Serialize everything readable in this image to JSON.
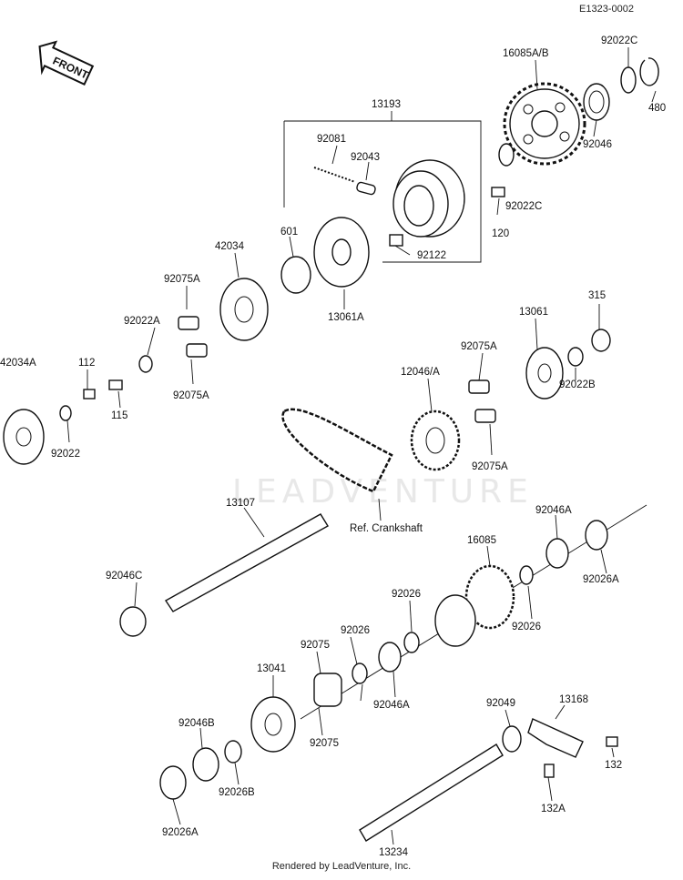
{
  "diagram_code": "E1323-0002",
  "front_arrow_label": "FRONT",
  "watermark": "LEADVENTURE",
  "footer": "Rendered by LeadVenture, Inc.",
  "reference_note": "Ref. Crankshaft",
  "callouts": [
    {
      "id": "c1",
      "text": "13193"
    },
    {
      "id": "c2",
      "text": "16085A/B"
    },
    {
      "id": "c3",
      "text": "92022C"
    },
    {
      "id": "c4",
      "text": "480"
    },
    {
      "id": "c5",
      "text": "92046"
    },
    {
      "id": "c6",
      "text": "92081"
    },
    {
      "id": "c7",
      "text": "92043"
    },
    {
      "id": "c8",
      "text": "92022C"
    },
    {
      "id": "c9",
      "text": "120"
    },
    {
      "id": "c10",
      "text": "92122"
    },
    {
      "id": "c11",
      "text": "42034"
    },
    {
      "id": "c12",
      "text": "601"
    },
    {
      "id": "c13",
      "text": "13061A"
    },
    {
      "id": "c14",
      "text": "92075A"
    },
    {
      "id": "c15",
      "text": "92022A"
    },
    {
      "id": "c16",
      "text": "92075A"
    },
    {
      "id": "c17",
      "text": "42034A"
    },
    {
      "id": "c18",
      "text": "112"
    },
    {
      "id": "c19",
      "text": "115"
    },
    {
      "id": "c20",
      "text": "92022"
    },
    {
      "id": "c21",
      "text": "315"
    },
    {
      "id": "c22",
      "text": "13061"
    },
    {
      "id": "c23",
      "text": "92075A"
    },
    {
      "id": "c24",
      "text": "12046/A"
    },
    {
      "id": "c25",
      "text": "92022B"
    },
    {
      "id": "c26",
      "text": "92075A"
    },
    {
      "id": "c27",
      "text": "13107"
    },
    {
      "id": "c28",
      "text": "92046A"
    },
    {
      "id": "c29",
      "text": "16085"
    },
    {
      "id": "c30",
      "text": "92046C"
    },
    {
      "id": "c31",
      "text": "92026"
    },
    {
      "id": "c32",
      "text": "92026A"
    },
    {
      "id": "c33",
      "text": "92026"
    },
    {
      "id": "c34",
      "text": "92026"
    },
    {
      "id": "c35",
      "text": "92075"
    },
    {
      "id": "c36",
      "text": "13041"
    },
    {
      "id": "c37",
      "text": "92046A"
    },
    {
      "id": "c38",
      "text": "92049"
    },
    {
      "id": "c39",
      "text": "13168"
    },
    {
      "id": "c40",
      "text": "92046B"
    },
    {
      "id": "c41",
      "text": "92075"
    },
    {
      "id": "c42",
      "text": "92026B"
    },
    {
      "id": "c43",
      "text": "132"
    },
    {
      "id": "c44",
      "text": "132A"
    },
    {
      "id": "c45",
      "text": "92026A"
    },
    {
      "id": "c46",
      "text": "13234"
    }
  ]
}
